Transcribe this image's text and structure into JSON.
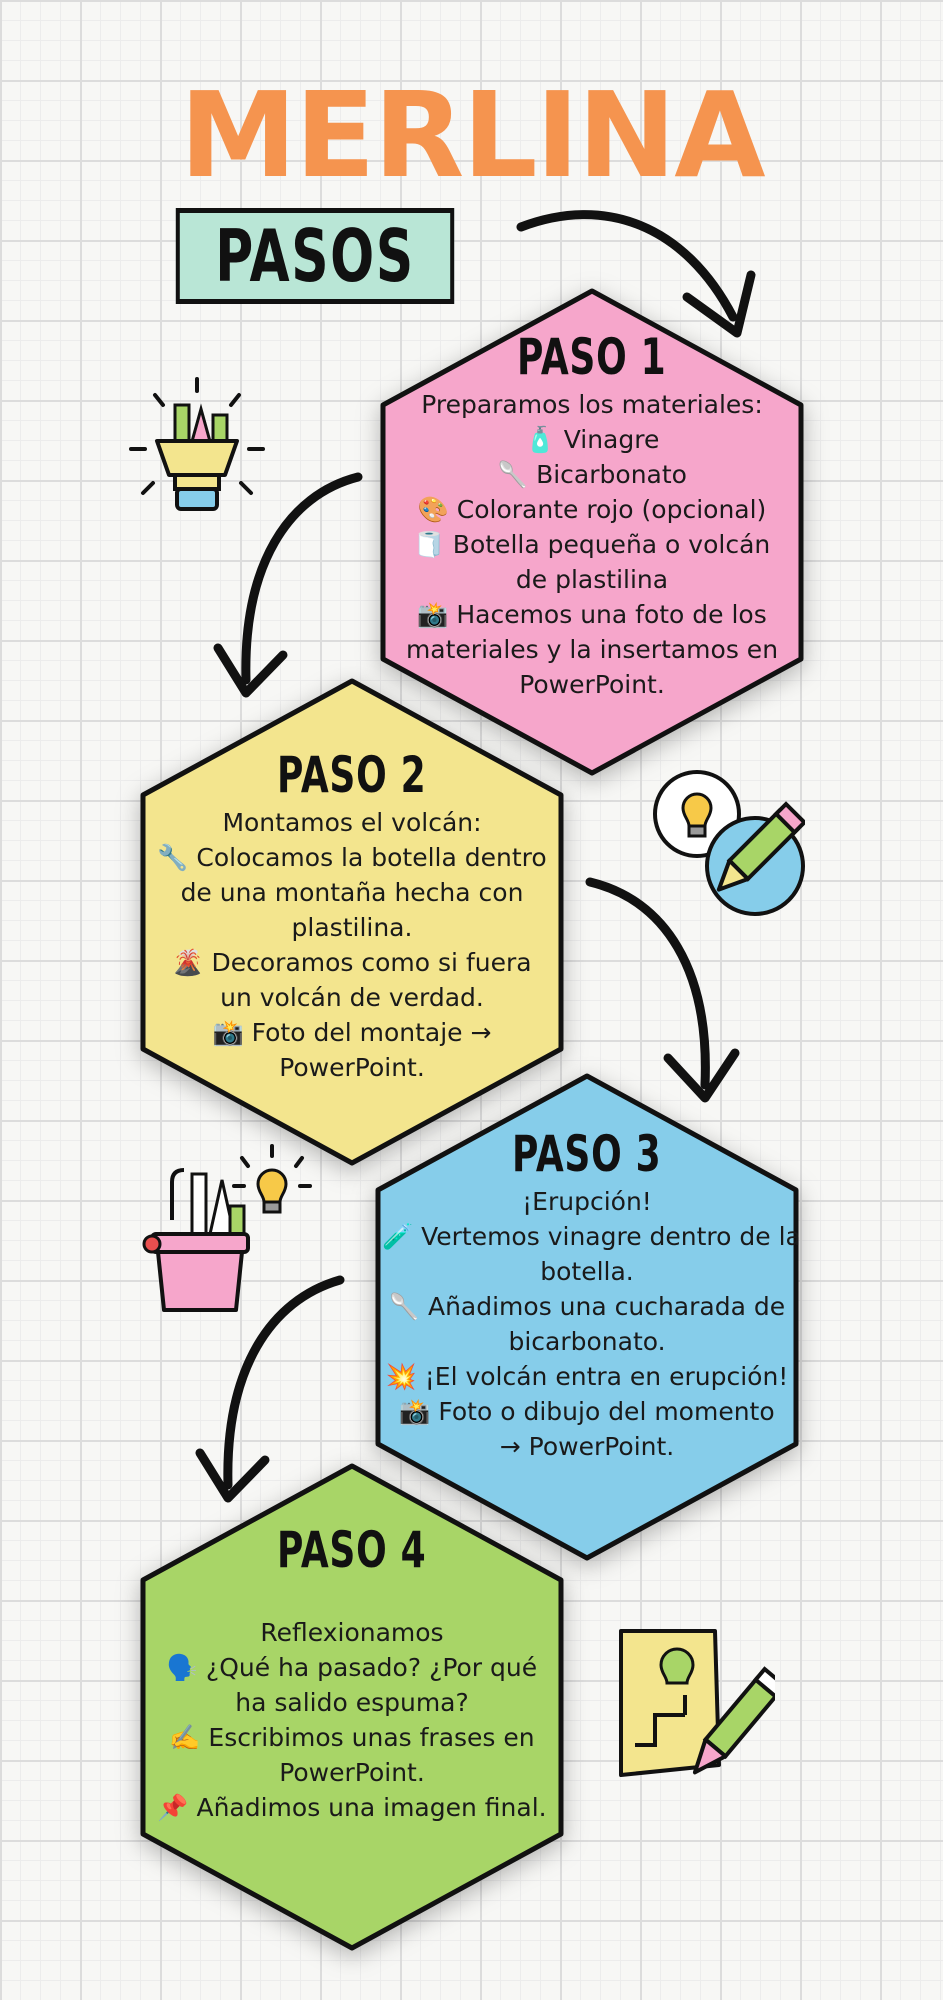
{
  "title": "MERLINA",
  "subtitle": "PASOS",
  "colors": {
    "title": "#f5944f",
    "paso1": "#f6a6cb",
    "paso2": "#f3e58e",
    "paso3": "#86cdea",
    "paso4": "#a8d567",
    "outline": "#111111"
  },
  "steps": [
    {
      "heading": "PASO 1",
      "lines": [
        "Preparamos los materiales:",
        "🧴 Vinagre",
        "🥄 Bicarbonato",
        "🎨 Colorante rojo (opcional)",
        "🧻 Botella pequeña o volcán",
        "de plastilina",
        "📸 Hacemos una foto de los",
        "materiales y la insertamos en",
        "PowerPoint."
      ]
    },
    {
      "heading": "PASO 2",
      "lines": [
        "Montamos el volcán:",
        "🔧 Colocamos la botella dentro",
        "de una montaña hecha con",
        "plastilina.",
        "🌋 Decoramos como si fuera",
        "un volcán de verdad.",
        "📸 Foto del montaje →",
        "PowerPoint."
      ]
    },
    {
      "heading": "PASO 3",
      "lines": [
        "¡Erupción!",
        "🧪 Vertemos vinagre dentro de la",
        "botella.",
        "🥄 Añadimos una cucharada de",
        "bicarbonato.",
        "💥 ¡El volcán entra en erupción!",
        "📸 Foto o dibujo del momento",
        "→ PowerPoint."
      ]
    },
    {
      "heading": "PASO 4",
      "lines": [
        "",
        "Reflexionamos",
        "🗣️ ¿Qué ha pasado? ¿Por qué",
        "ha salido espuma?",
        "✍️ Escribimos unas frases en",
        "PowerPoint.",
        "📌 Añadimos una imagen final."
      ]
    }
  ],
  "icons": [
    "lightbulb-idea-icon",
    "lightbulb-pencil-icon",
    "pencil-cup-lightbulb-icon",
    "document-pencil-icon",
    "curved-arrow-icon"
  ]
}
